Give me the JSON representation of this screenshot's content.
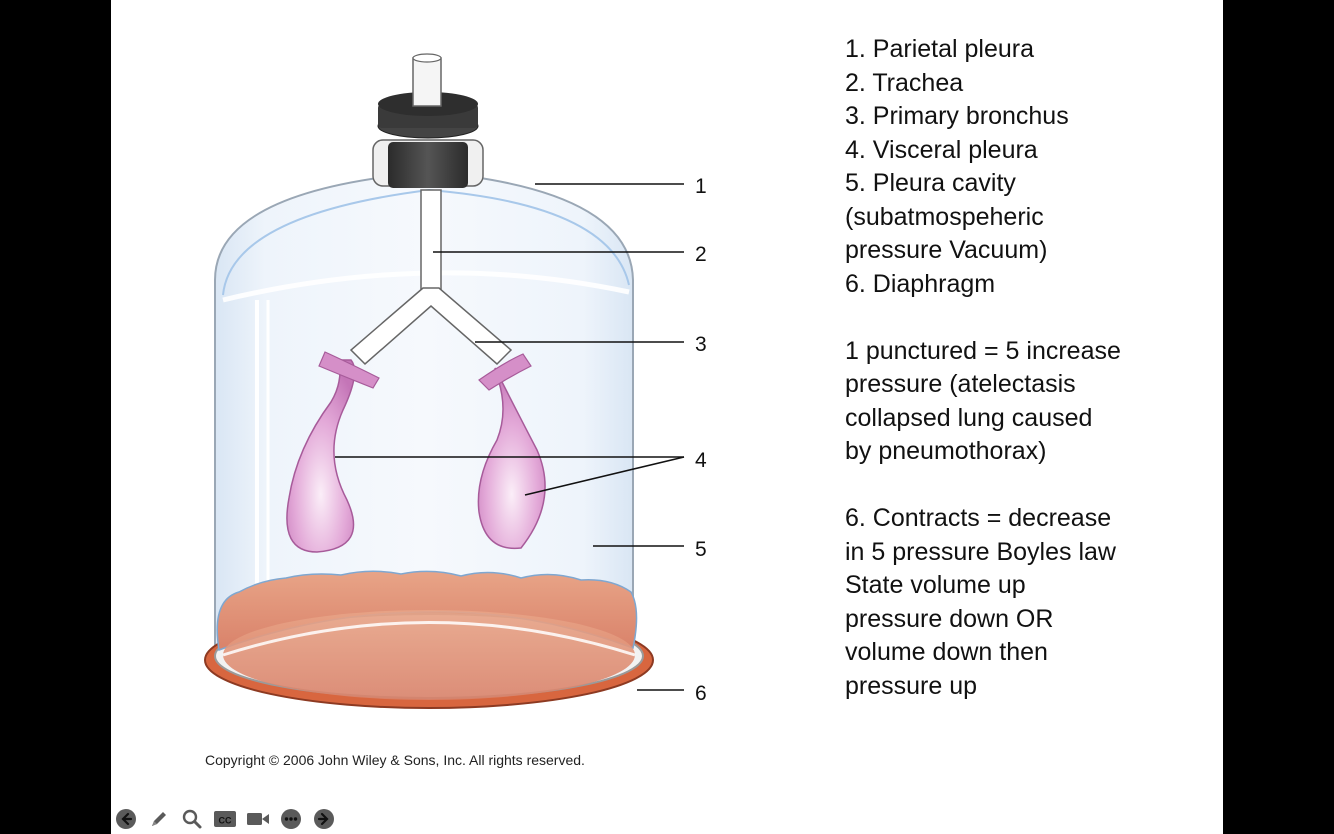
{
  "diagram": {
    "callouts": [
      "1",
      "2",
      "3",
      "4",
      "5",
      "6"
    ],
    "copyright": "Copyright © 2006 John Wiley & Sons, Inc.  All rights reserved."
  },
  "notes": {
    "labels": [
      "1. Parietal pleura",
      "2. Trachea",
      "3. Primary bronchus",
      "4. Visceral pleura",
      "5. Pleura cavity",
      "(subatmospeheric",
      "pressure Vacuum)",
      "6. Diaphragm"
    ],
    "puncture": [
      "1 punctured = 5 increase",
      "pressure (atelectasis",
      "collapsed lung caused",
      "by pneumothorax)"
    ],
    "contracts": [
      "6. Contracts = decrease",
      "in 5 pressure Boyles law",
      "State volume up",
      "pressure down  OR",
      "volume down then",
      "pressure up"
    ]
  },
  "toolbar": {
    "icons": [
      "arrow-left-icon",
      "pen-icon",
      "magnifier-icon",
      "closed-captions-icon",
      "video-camera-icon",
      "more-icon",
      "arrow-right-icon"
    ]
  },
  "colors": {
    "background": "#000000",
    "slide": "#ffffff",
    "lung": "#d58fc8",
    "diaphragm": "#e07a5a",
    "jar_edge": "#9ec3e6"
  }
}
